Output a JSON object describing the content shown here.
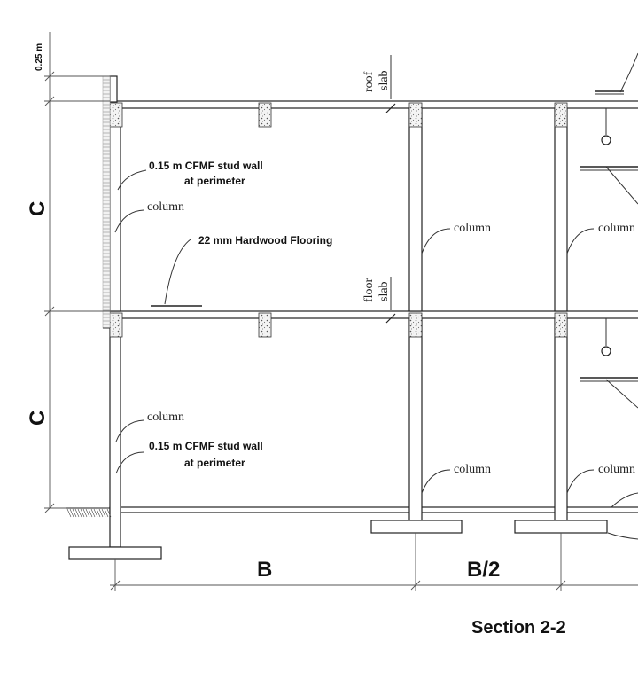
{
  "title": "Section 2-2",
  "dimensions": {
    "parapet_height": "0.25 m",
    "story_height_upper": "C",
    "story_height_lower": "C",
    "bay_left": "B",
    "bay_middle": "B/2"
  },
  "labels": {
    "roof_slab_line1": "roof",
    "roof_slab_line2": "slab",
    "floor_slab_line1": "floor",
    "floor_slab_line2": "slab",
    "stud_wall_upper_line1": "0.15 m CFMF stud wall",
    "stud_wall_upper_line2": "at perimeter",
    "stud_wall_lower_line1": "0.15 m CFMF stud wall",
    "stud_wall_lower_line2": "at perimeter",
    "column_upper_left": "column",
    "column_lower_left": "column",
    "column_upper_mid": "column",
    "column_upper_right": "column",
    "column_lower_mid": "column",
    "column_lower_right": "column",
    "flooring": "22 mm Hardwood Flooring"
  }
}
